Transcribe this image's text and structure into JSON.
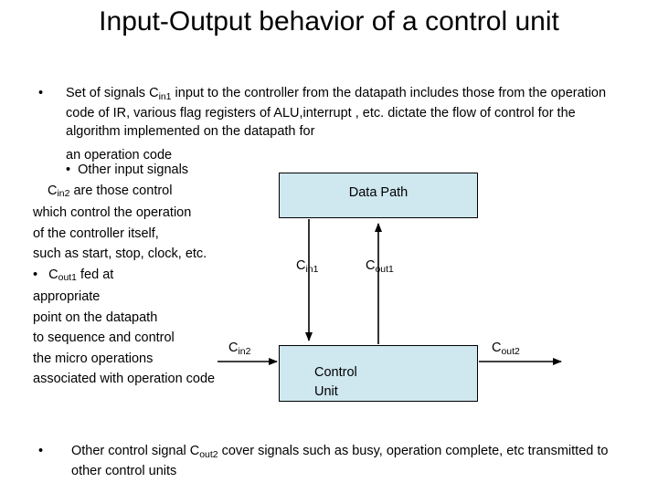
{
  "slide": {
    "title": "Input-Output behavior of a control unit",
    "bullet1": {
      "marker": "•",
      "text_part1": "Set of signals C",
      "sub1": "in1",
      "text_part2": " input to the controller from the datapath includes those from the operation code of IR, various flag registers of ALU,interrupt , etc. dictate the flow of control for the algorithm implemented on the datapath for",
      "continuation": "an operation code"
    },
    "left_lines": [
      {
        "marker": "•",
        "text": "Other input signals",
        "indent": "indent1"
      },
      {
        "pre": "C",
        "sub": "in2",
        "text": "  are those control",
        "indent": "indent2"
      },
      {
        "text": "which control the operation",
        "indent": ""
      },
      {
        "text": "of the controller itself,",
        "indent": ""
      },
      {
        "text": "such as start, stop, clock, etc.",
        "indent": ""
      },
      {
        "marker": "•",
        "pre": "C",
        "sub": "out1",
        "text": " fed at",
        "indent": "indent3"
      },
      {
        "text": "appropriate",
        "indent": ""
      },
      {
        "text": "point on the datapath",
        "indent": ""
      },
      {
        "text": "to sequence and control",
        "indent": ""
      },
      {
        "text": "the micro operations",
        "indent": ""
      },
      {
        "text": " associated with operation code",
        "indent": ""
      }
    ],
    "bottom_bullet": {
      "marker": "•",
      "text_part1": "Other control signal C",
      "sub1": "out2",
      "text_part2": " cover signals such as busy, operation complete, etc transmitted to other control units"
    },
    "diagram": {
      "box_datapath": "Data Path",
      "box_control_line1": "Control",
      "box_control_line2": "Unit",
      "label_cin1_base": "C",
      "label_cin1_sub": "in1",
      "label_cout1_base": "C",
      "label_cout1_sub": "out1",
      "label_cin2_base": "C",
      "label_cin2_sub": "in2",
      "label_cout2_base": "C",
      "label_cout2_sub": "out2",
      "box_fill": "#cfe7ef",
      "box_stroke": "#000000"
    }
  }
}
